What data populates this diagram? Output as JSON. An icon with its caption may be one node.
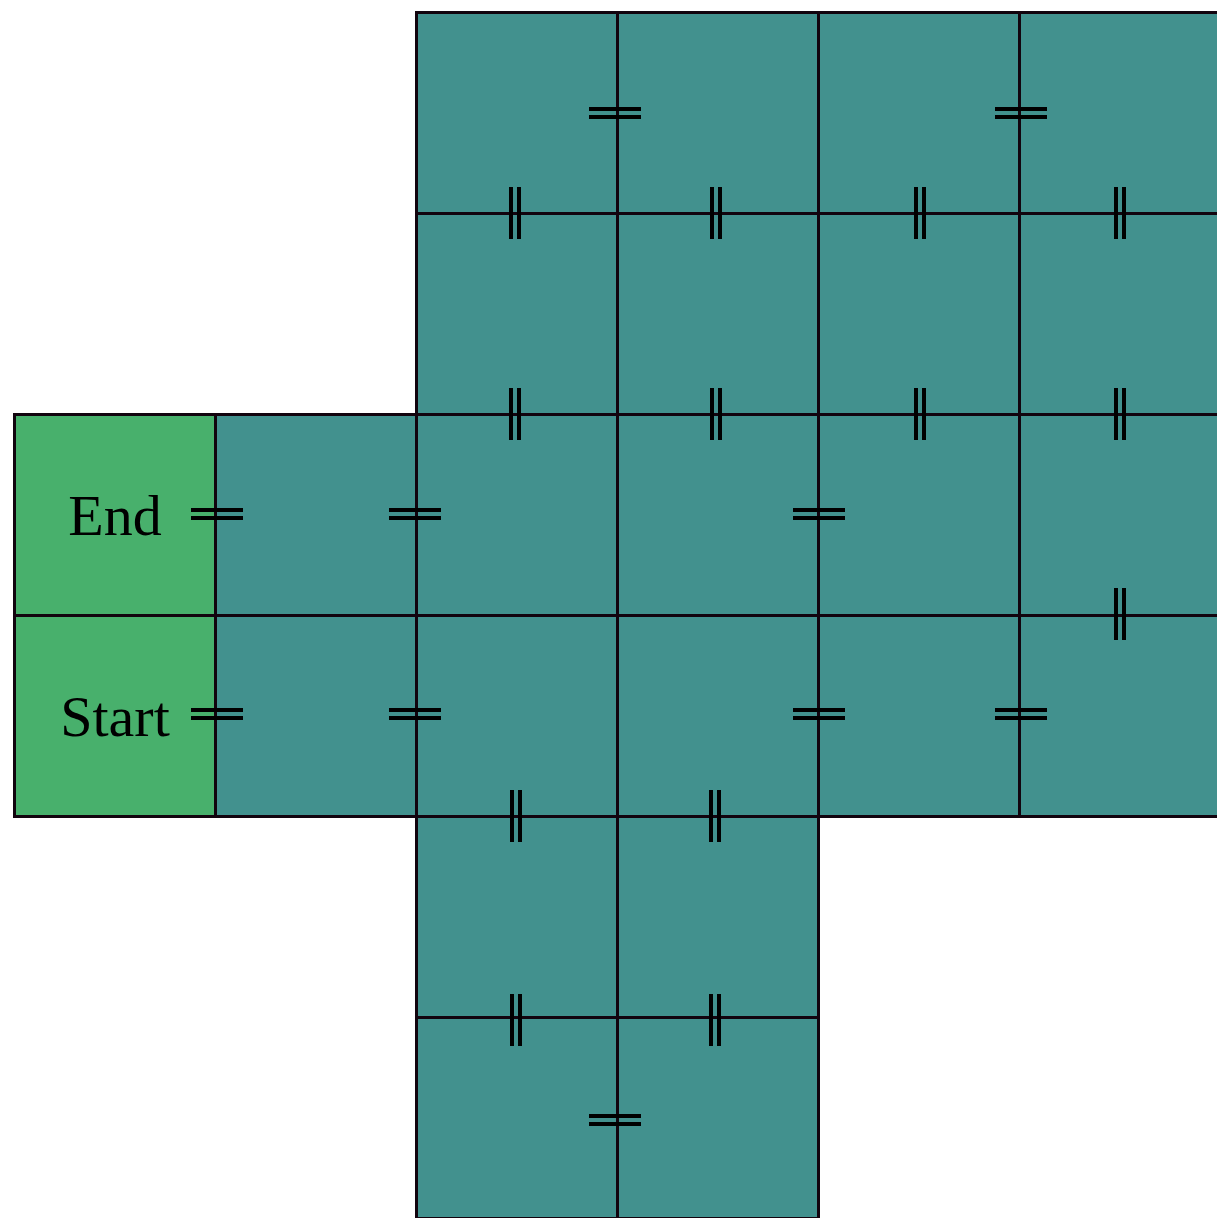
{
  "diagram": {
    "nodes": [
      {
        "text": [],
        "shape": "box"
      },
      {
        "text": [],
        "shape": "box"
      },
      {
        "text": [],
        "shape": "box"
      },
      {
        "text": [],
        "shape": "box"
      },
      {
        "text": [],
        "shape": "box"
      },
      {
        "text": [],
        "shape": "box"
      },
      {
        "text": [],
        "shape": "box"
      },
      {
        "text": [],
        "shape": "box"
      },
      {
        "text": [
          "End"
        ]
      },
      {
        "text": [],
        "shape": "box"
      },
      {
        "text": [],
        "shape": "box"
      },
      {
        "text": [],
        "shape": "box"
      },
      {
        "text": [],
        "shape": "box"
      },
      {
        "text": [],
        "shape": "box"
      },
      {
        "text": [
          "Start"
        ]
      },
      {
        "text": [],
        "shape": "box"
      },
      {
        "text": [],
        "shape": "box"
      },
      {
        "text": [],
        "shape": "box"
      },
      {
        "text": [],
        "shape": "box"
      },
      {
        "text": [],
        "shape": "box"
      },
      {
        "text": [],
        "shape": "box"
      },
      {
        "text": [],
        "shape": "box"
      },
      {
        "text": [],
        "shape": "box"
      },
      {
        "text": [],
        "shape": "box"
      }
    ]
  }
}
